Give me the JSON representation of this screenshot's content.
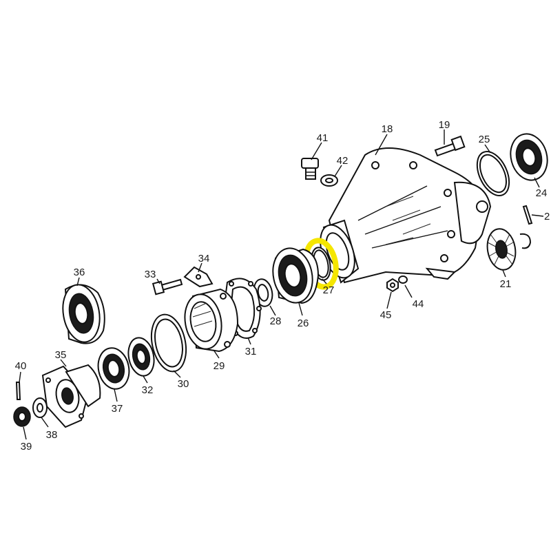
{
  "highlight_color": "#f5e600",
  "highlighted_part": "27",
  "callouts": [
    {
      "id": "c18",
      "label": "18"
    },
    {
      "id": "c19",
      "label": "19"
    },
    {
      "id": "c41",
      "label": "41"
    },
    {
      "id": "c42",
      "label": "42"
    },
    {
      "id": "c25",
      "label": "25"
    },
    {
      "id": "c24",
      "label": "24"
    },
    {
      "id": "c2",
      "label": "2"
    },
    {
      "id": "c21",
      "label": "21"
    },
    {
      "id": "c44",
      "label": "44"
    },
    {
      "id": "c45",
      "label": "45"
    },
    {
      "id": "c27",
      "label": "27"
    },
    {
      "id": "c26",
      "label": "26"
    },
    {
      "id": "c28",
      "label": "28"
    },
    {
      "id": "c31",
      "label": "31"
    },
    {
      "id": "c29",
      "label": "29"
    },
    {
      "id": "c34",
      "label": "34"
    },
    {
      "id": "c33",
      "label": "33"
    },
    {
      "id": "c30",
      "label": "30"
    },
    {
      "id": "c32",
      "label": "32"
    },
    {
      "id": "c36",
      "label": "36"
    },
    {
      "id": "c37",
      "label": "37"
    },
    {
      "id": "c35",
      "label": "35"
    },
    {
      "id": "c40",
      "label": "40"
    },
    {
      "id": "c38",
      "label": "38"
    },
    {
      "id": "c39",
      "label": "39"
    }
  ]
}
